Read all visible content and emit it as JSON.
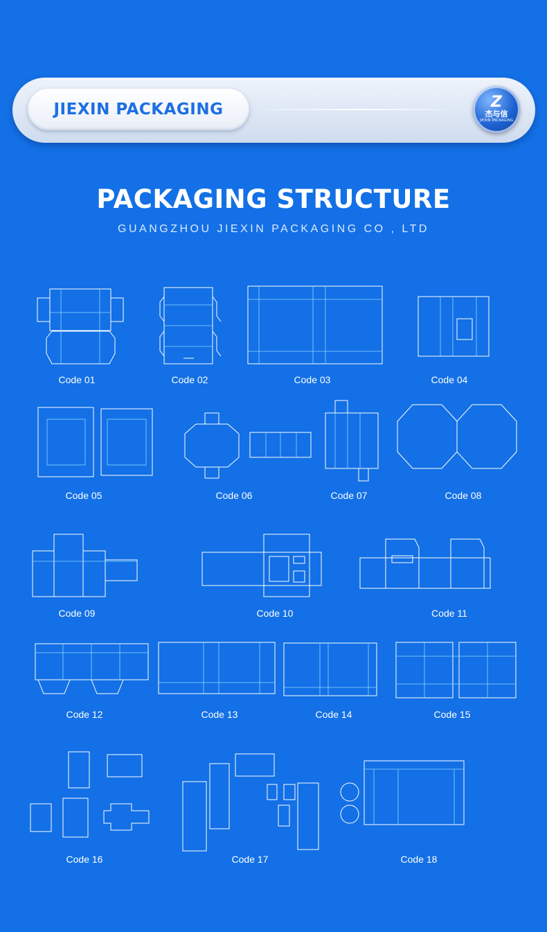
{
  "banner": {
    "brand": "JIEXIN PACKAGING",
    "logo_mark": "Z",
    "logo_cn": "杰与信",
    "logo_en": "JIEXIN PACKAGING"
  },
  "title": "PACKAGING STRUCTURE",
  "subtitle": "GUANGZHOU JIEXIN PACKAGING CO , LTD",
  "items": [
    {
      "code": "Code 01"
    },
    {
      "code": "Code 02"
    },
    {
      "code": "Code 03"
    },
    {
      "code": "Code 04"
    },
    {
      "code": "Code 05"
    },
    {
      "code": "Code 06"
    },
    {
      "code": "Code 07"
    },
    {
      "code": "Code 08"
    },
    {
      "code": "Code 09"
    },
    {
      "code": "Code 10"
    },
    {
      "code": "Code 11"
    },
    {
      "code": "Code 12"
    },
    {
      "code": "Code 13"
    },
    {
      "code": "Code 14"
    },
    {
      "code": "Code 15"
    },
    {
      "code": "Code 16"
    },
    {
      "code": "Code 17"
    },
    {
      "code": "Code 18"
    }
  ]
}
